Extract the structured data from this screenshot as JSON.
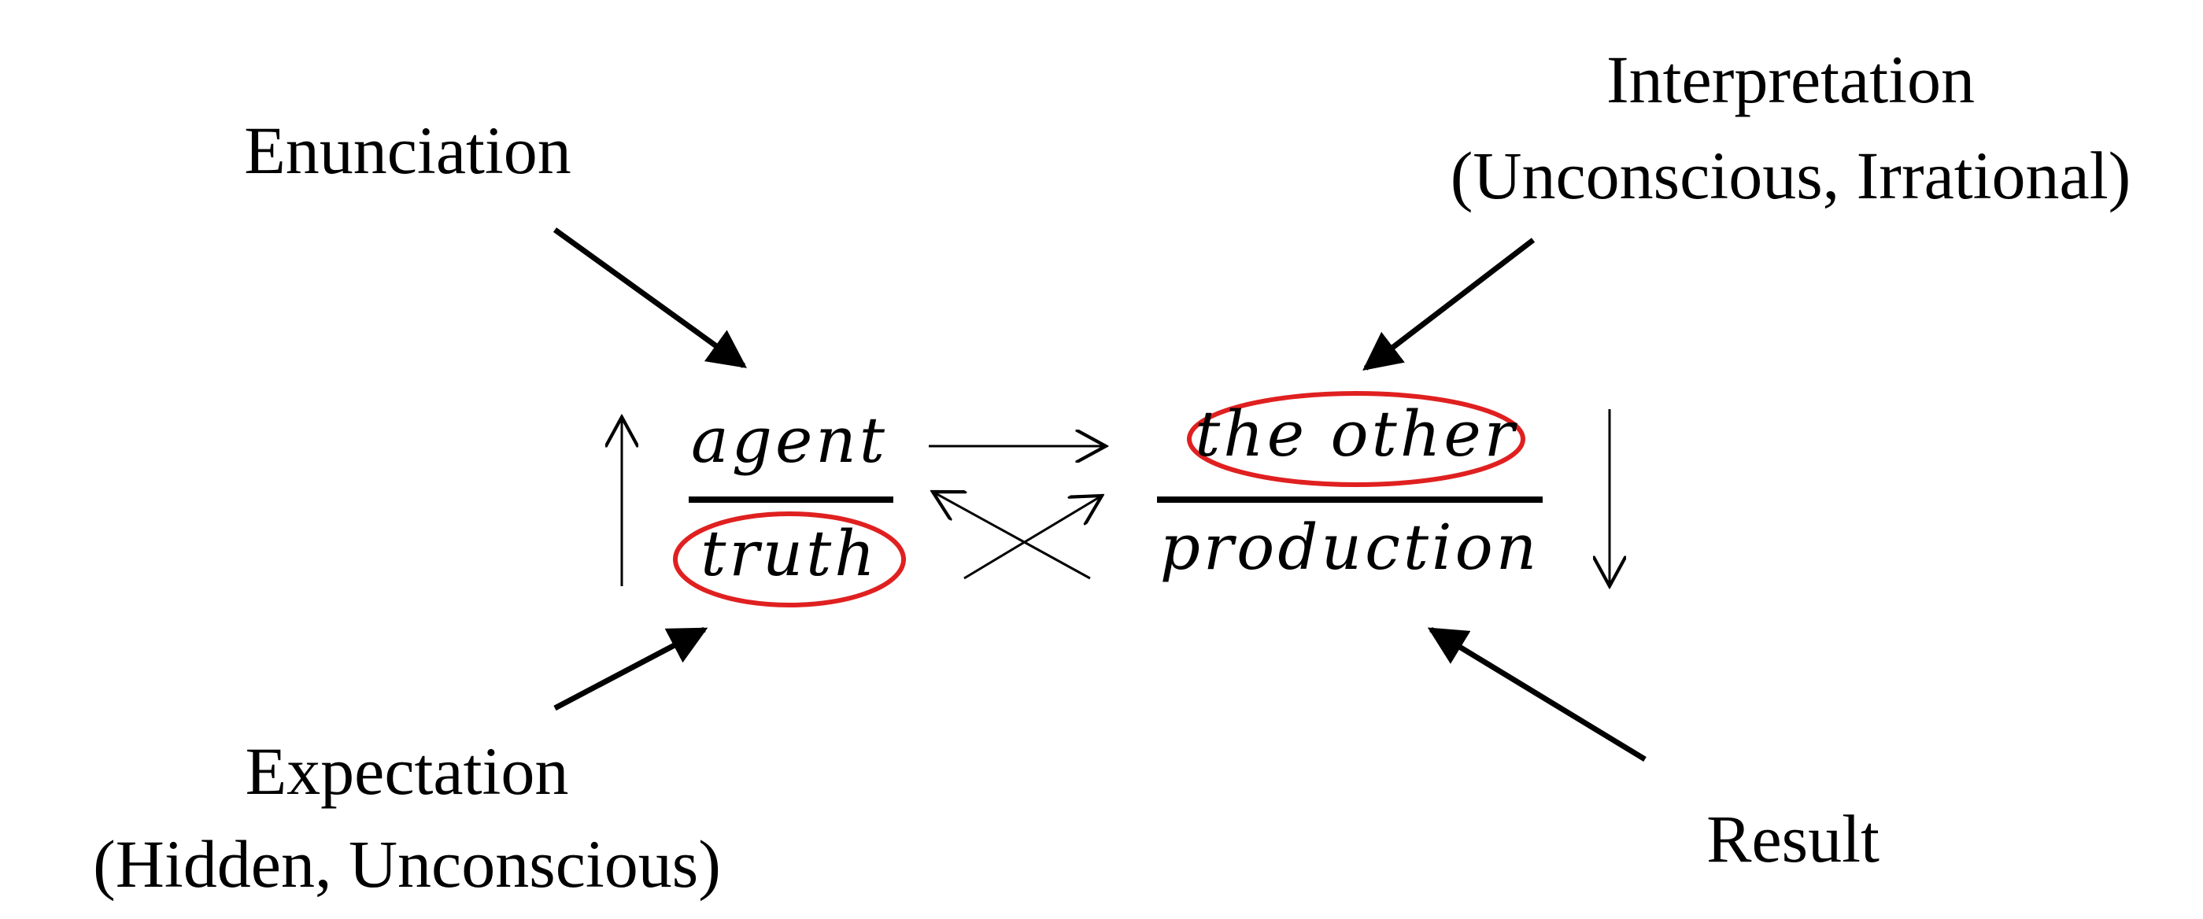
{
  "labels": {
    "enunciation": "Enunciation",
    "interpretation": "Interpretation",
    "interpretation_sub": "(Unconscious, Irrational)",
    "expectation": "Expectation",
    "expectation_sub": "(Hidden, Unconscious)",
    "result": "Result"
  },
  "terms": {
    "agent": "agent",
    "truth": "truth",
    "other": "the other",
    "production": "production"
  },
  "colors": {
    "ink": "#000000",
    "highlight": "#e02020"
  }
}
